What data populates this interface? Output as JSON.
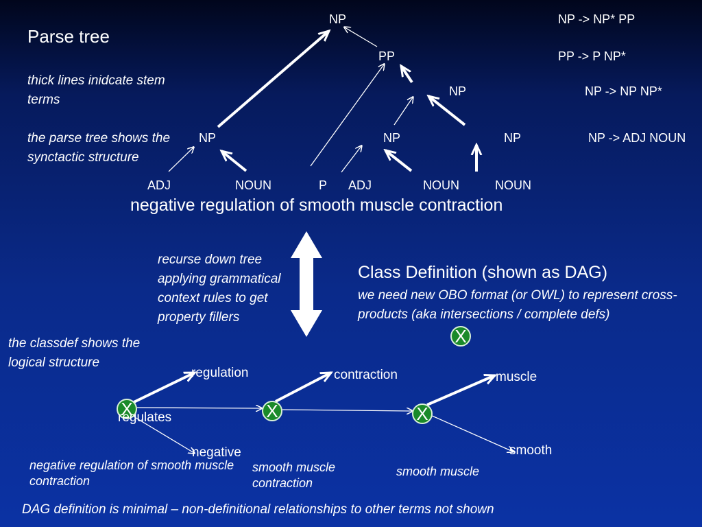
{
  "title": "Parse tree",
  "left_notes": {
    "stem_note": "thick lines inidcate stem terms",
    "structure_note": "the parse tree shows the synctactic structure"
  },
  "tree": {
    "np_root": "NP",
    "pp": "PP",
    "np_mid": "NP",
    "np_left": "NP",
    "np_center": "NP",
    "np_right": "NP"
  },
  "rules": [
    "NP -> NP* PP",
    "PP -> P NP*",
    "NP -> NP NP*",
    "NP -> ADJ NOUN"
  ],
  "pos_tags": [
    "ADJ",
    "NOUN",
    "P",
    "ADJ",
    "NOUN",
    "NOUN"
  ],
  "sentence": "negative regulation of smooth muscle contraction",
  "recurse_note": "recurse down tree applying grammatical context rules to get property fillers",
  "classdef": {
    "heading": "Class Definition (shown as DAG)",
    "subheading": "we need new OBO format (or OWL) to represent cross-products (aka intersections / complete defs)",
    "left_note": "the classdef shows the logical structure",
    "x_label": "X"
  },
  "dag": {
    "regulation": "regulation",
    "regulates": "regulates",
    "negative": "negative",
    "contraction": "contraction",
    "muscle": "muscle",
    "smooth": "smooth"
  },
  "captions": {
    "c1": "negative regulation of smooth muscle contraction",
    "c2": "smooth muscle contraction",
    "c3": "smooth muscle"
  },
  "footer": "DAG definition is minimal – non-definitional relationships to other terms not shown"
}
